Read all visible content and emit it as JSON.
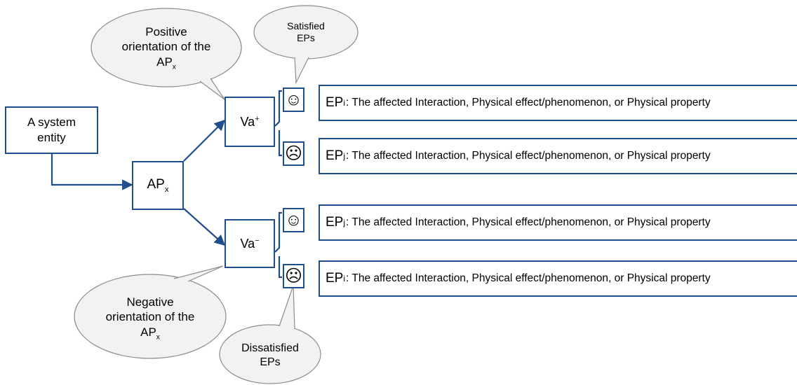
{
  "entity_label": "A system entity",
  "ap_label": "AP",
  "ap_sub": "x",
  "va_plus": {
    "base": "Va",
    "sup": "+"
  },
  "va_minus": {
    "base": "Va",
    "sup": "−"
  },
  "callouts": {
    "positive": {
      "line1": "Positive",
      "line2": "orientation of the",
      "line3": "AP",
      "sub": "x"
    },
    "negative": {
      "line1": "Negative",
      "line2": "orientation of the",
      "line3": "AP",
      "sub": "x"
    },
    "satisfied": {
      "line1": "Satisfied",
      "line2": "EPs"
    },
    "dissatisfied": {
      "line1": "Dissatisfied",
      "line2": "EPs"
    }
  },
  "faces": {
    "happy": "☺",
    "sad": "☹"
  },
  "eps": [
    {
      "main": "EP",
      "sub": "i",
      "desc": ": The affected Interaction, Physical effect/phenomenon, or Physical property"
    },
    {
      "main": "EP",
      "sub": "j",
      "desc": ": The affected Interaction, Physical effect/phenomenon, or Physical property"
    },
    {
      "main": "EP",
      "sub": "j",
      "desc": ": The affected Interaction, Physical effect/phenomenon, or Physical property"
    },
    {
      "main": "EP",
      "sub": "i",
      "desc": ": The affected Interaction, Physical effect/phenomenon, or Physical property"
    }
  ],
  "colors": {
    "line": "#1f4e8c",
    "callout_fill": "#f2f2f2",
    "callout_stroke": "#8c8c8c"
  }
}
